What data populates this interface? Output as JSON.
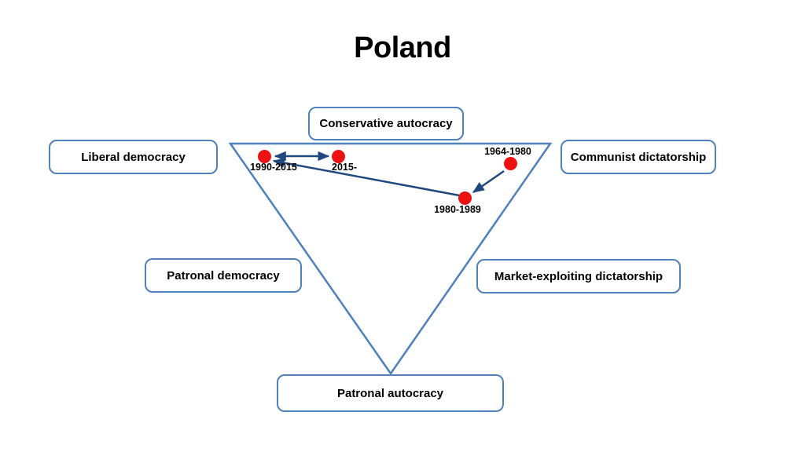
{
  "slide": {
    "title": "Poland",
    "boxes": {
      "conservative_autocracy": "Conservative autocracy",
      "liberal_democracy": "Liberal democracy",
      "communist_dictatorship": "Communist dictatorship",
      "patronal_democracy": "Patronal democracy",
      "market_exploiting_dictatorship": "Market-exploiting dictatorship",
      "patronal_autocracy": "Patronal autocracy"
    },
    "points": [
      {
        "id": "p1990_2015",
        "label": "1990-2015"
      },
      {
        "id": "p2015",
        "label": "2015-"
      },
      {
        "id": "p1964_1980",
        "label": "1964-1980"
      },
      {
        "id": "p1980_1989",
        "label": "1980-1989"
      }
    ],
    "transitions": [
      {
        "from": "1990-2015",
        "to": "2015-",
        "bidirectional": true
      },
      {
        "from": "1964-1980",
        "to": "1980-1989",
        "bidirectional": false
      },
      {
        "from": "1980-1989",
        "to": "1990-2015",
        "bidirectional": false
      }
    ],
    "colors": {
      "background": "#ffffff",
      "text": "#000000",
      "box_border": "#4f81bd",
      "triangle_stroke": "#4f81bd",
      "arrow": "#1f497d",
      "dot": "#ee1111"
    }
  }
}
